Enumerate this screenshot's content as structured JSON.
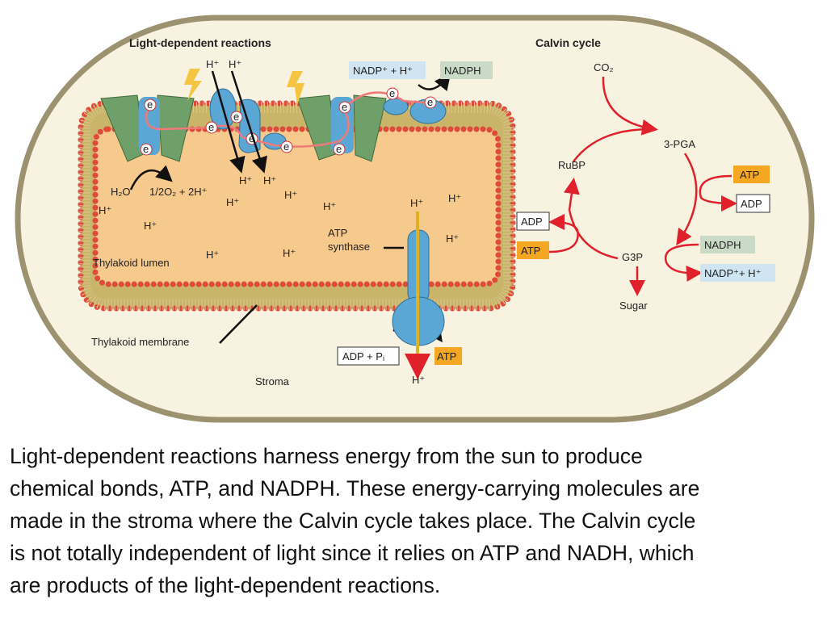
{
  "diagram": {
    "light_title": "Light-dependent reactions",
    "calvin_title": "Calvin cycle",
    "h_plus": "H⁺",
    "nadp_h": "NADP⁺ + H⁺",
    "nadph": "NADPH",
    "electron": "e",
    "h2o": "H₂O",
    "o2": "1/2O₂ + 2H⁺",
    "atp_synthase_1": "ATP",
    "atp_synthase_2": "synthase",
    "thylakoid_lumen": "Thylakoid lumen",
    "thylakoid_membrane": "Thylakoid membrane",
    "stroma": "Stroma",
    "adp_pi": "ADP + Pᵢ",
    "atp": "ATP",
    "adp": "ADP",
    "co2": "CO₂",
    "pga": "3-PGA",
    "rubp": "RuBP",
    "g3p": "G3P",
    "sugar": "Sugar",
    "nadp_h2": "NADP⁺+ H⁺"
  },
  "caption": {
    "lines": [
      "Light-dependent reactions harness energy from the sun to produce",
      "chemical bonds, ATP, and NADPH. These energy-carrying molecules are",
      "made in the stroma where the Calvin cycle takes place. The Calvin cycle",
      "is not totally independent of light since it relies on ATP and NADH, which",
      "are products of the light-dependent reactions."
    ]
  },
  "colors": {
    "atp": "#f5a623",
    "nadp": "#cfe6f2",
    "nadph": "#c9dac6",
    "red": "#e0202a",
    "lumen": "#f6c98c",
    "stroma": "#f8f2e1"
  }
}
